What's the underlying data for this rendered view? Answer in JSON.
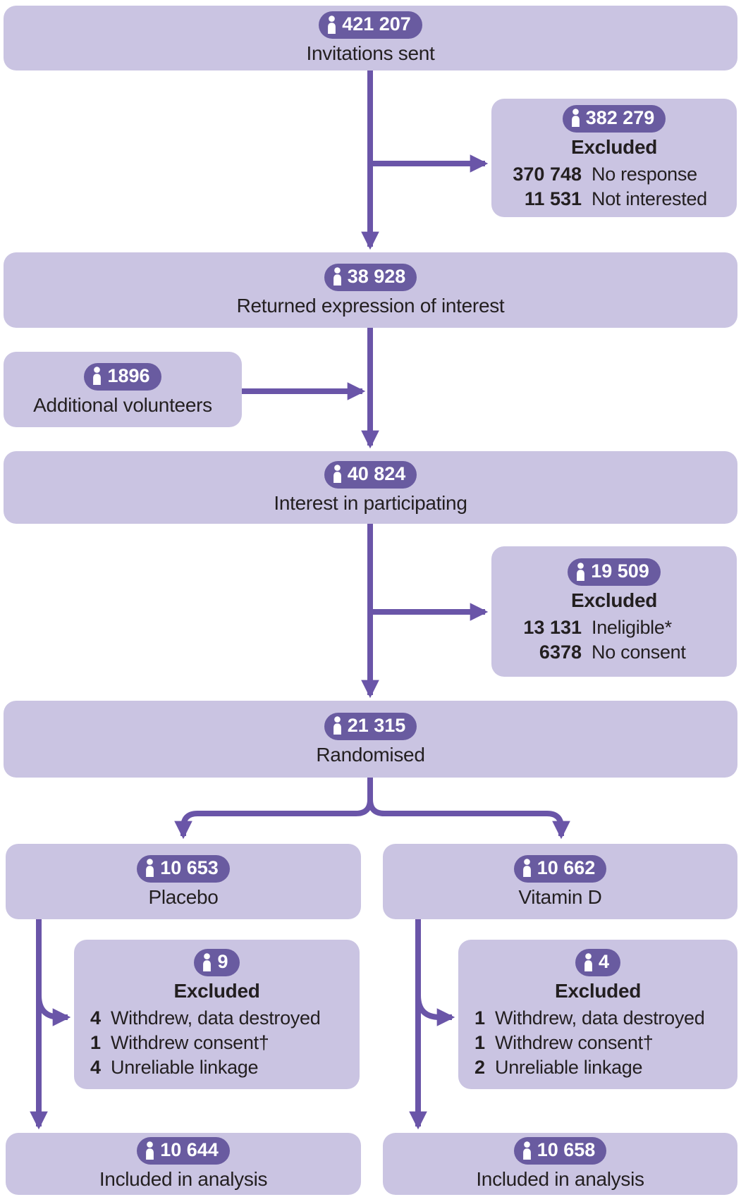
{
  "colors": {
    "box_bg": "#cac4e2",
    "badge_bg": "#695ba0",
    "badge_text": "#ffffff",
    "arrow": "#6a55a8",
    "text": "#231f20"
  },
  "nodes": {
    "invitations": {
      "count": "421 207",
      "label": "Invitations sent"
    },
    "excluded_invitations": {
      "count": "382 279",
      "title": "Excluded",
      "rows": [
        {
          "n": "370 748",
          "label": "No response"
        },
        {
          "n": "11 531",
          "label": "Not interested"
        }
      ]
    },
    "returned": {
      "count": "38 928",
      "label": "Returned expression of interest"
    },
    "additional": {
      "count": "1896",
      "label": "Additional volunteers"
    },
    "interest": {
      "count": "40 824",
      "label": "Interest in participating"
    },
    "excluded_interest": {
      "count": "19 509",
      "title": "Excluded",
      "rows": [
        {
          "n": "13 131",
          "label": "Ineligible*"
        },
        {
          "n": "6378",
          "label": "No consent"
        }
      ]
    },
    "randomised": {
      "count": "21 315",
      "label": "Randomised"
    },
    "placebo": {
      "count": "10 653",
      "label": "Placebo"
    },
    "vitamin_d": {
      "count": "10 662",
      "label": "Vitamin D"
    },
    "excluded_placebo": {
      "count": "9",
      "title": "Excluded",
      "rows": [
        {
          "n": "4",
          "label": "Withdrew, data destroyed"
        },
        {
          "n": "1",
          "label": "Withdrew consent†"
        },
        {
          "n": "4",
          "label": "Unreliable linkage"
        }
      ]
    },
    "excluded_vitamin_d": {
      "count": "4",
      "title": "Excluded",
      "rows": [
        {
          "n": "1",
          "label": "Withdrew, data destroyed"
        },
        {
          "n": "1",
          "label": "Withdrew consent†"
        },
        {
          "n": "2",
          "label": "Unreliable linkage"
        }
      ]
    },
    "included_placebo": {
      "count": "10 644",
      "label": "Included in analysis"
    },
    "included_vitamin_d": {
      "count": "10 658",
      "label": "Included in analysis"
    }
  }
}
